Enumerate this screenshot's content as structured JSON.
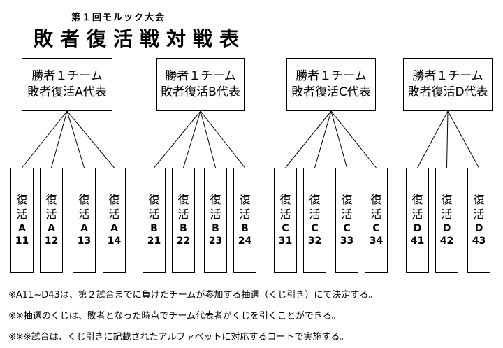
{
  "subtitle": "第１回モルック大会",
  "title": "敗者復活戦対戦表",
  "groups": [
    {
      "line1": "勝者１チーム",
      "line2": "敗者復活A代表",
      "children": [
        {
          "c1": "復",
          "c2": "活",
          "code": "A",
          "num": "11"
        },
        {
          "c1": "復",
          "c2": "活",
          "code": "A",
          "num": "12"
        },
        {
          "c1": "復",
          "c2": "活",
          "code": "A",
          "num": "13"
        },
        {
          "c1": "復",
          "c2": "活",
          "code": "A",
          "num": "14"
        }
      ]
    },
    {
      "line1": "勝者１チーム",
      "line2": "敗者復活B代表",
      "children": [
        {
          "c1": "復",
          "c2": "活",
          "code": "B",
          "num": "21"
        },
        {
          "c1": "復",
          "c2": "活",
          "code": "B",
          "num": "22"
        },
        {
          "c1": "復",
          "c2": "活",
          "code": "B",
          "num": "23"
        },
        {
          "c1": "復",
          "c2": "活",
          "code": "B",
          "num": "24"
        }
      ]
    },
    {
      "line1": "勝者１チーム",
      "line2": "敗者復活C代表",
      "children": [
        {
          "c1": "復",
          "c2": "活",
          "code": "C",
          "num": "31"
        },
        {
          "c1": "復",
          "c2": "活",
          "code": "C",
          "num": "32"
        },
        {
          "c1": "復",
          "c2": "活",
          "code": "C",
          "num": "33"
        },
        {
          "c1": "復",
          "c2": "活",
          "code": "C",
          "num": "34"
        }
      ]
    },
    {
      "line1": "勝者１チーム",
      "line2": "敗者復活D代表",
      "children": [
        {
          "c1": "復",
          "c2": "活",
          "code": "D",
          "num": "41"
        },
        {
          "c1": "復",
          "c2": "活",
          "code": "D",
          "num": "42"
        },
        {
          "c1": "復",
          "c2": "活",
          "code": "D",
          "num": "43"
        }
      ]
    }
  ],
  "notes": [
    "※A11~D43は、第２試合までに負けたチームが参加する抽選（くじ引き）にて決定する。",
    "※※抽選のくじは、敗者となった時点でチーム代表者がくじを引くことができる。",
    "※※※試合は、くじ引きに記載されたアルファベットに対応するコートで実施する。"
  ]
}
